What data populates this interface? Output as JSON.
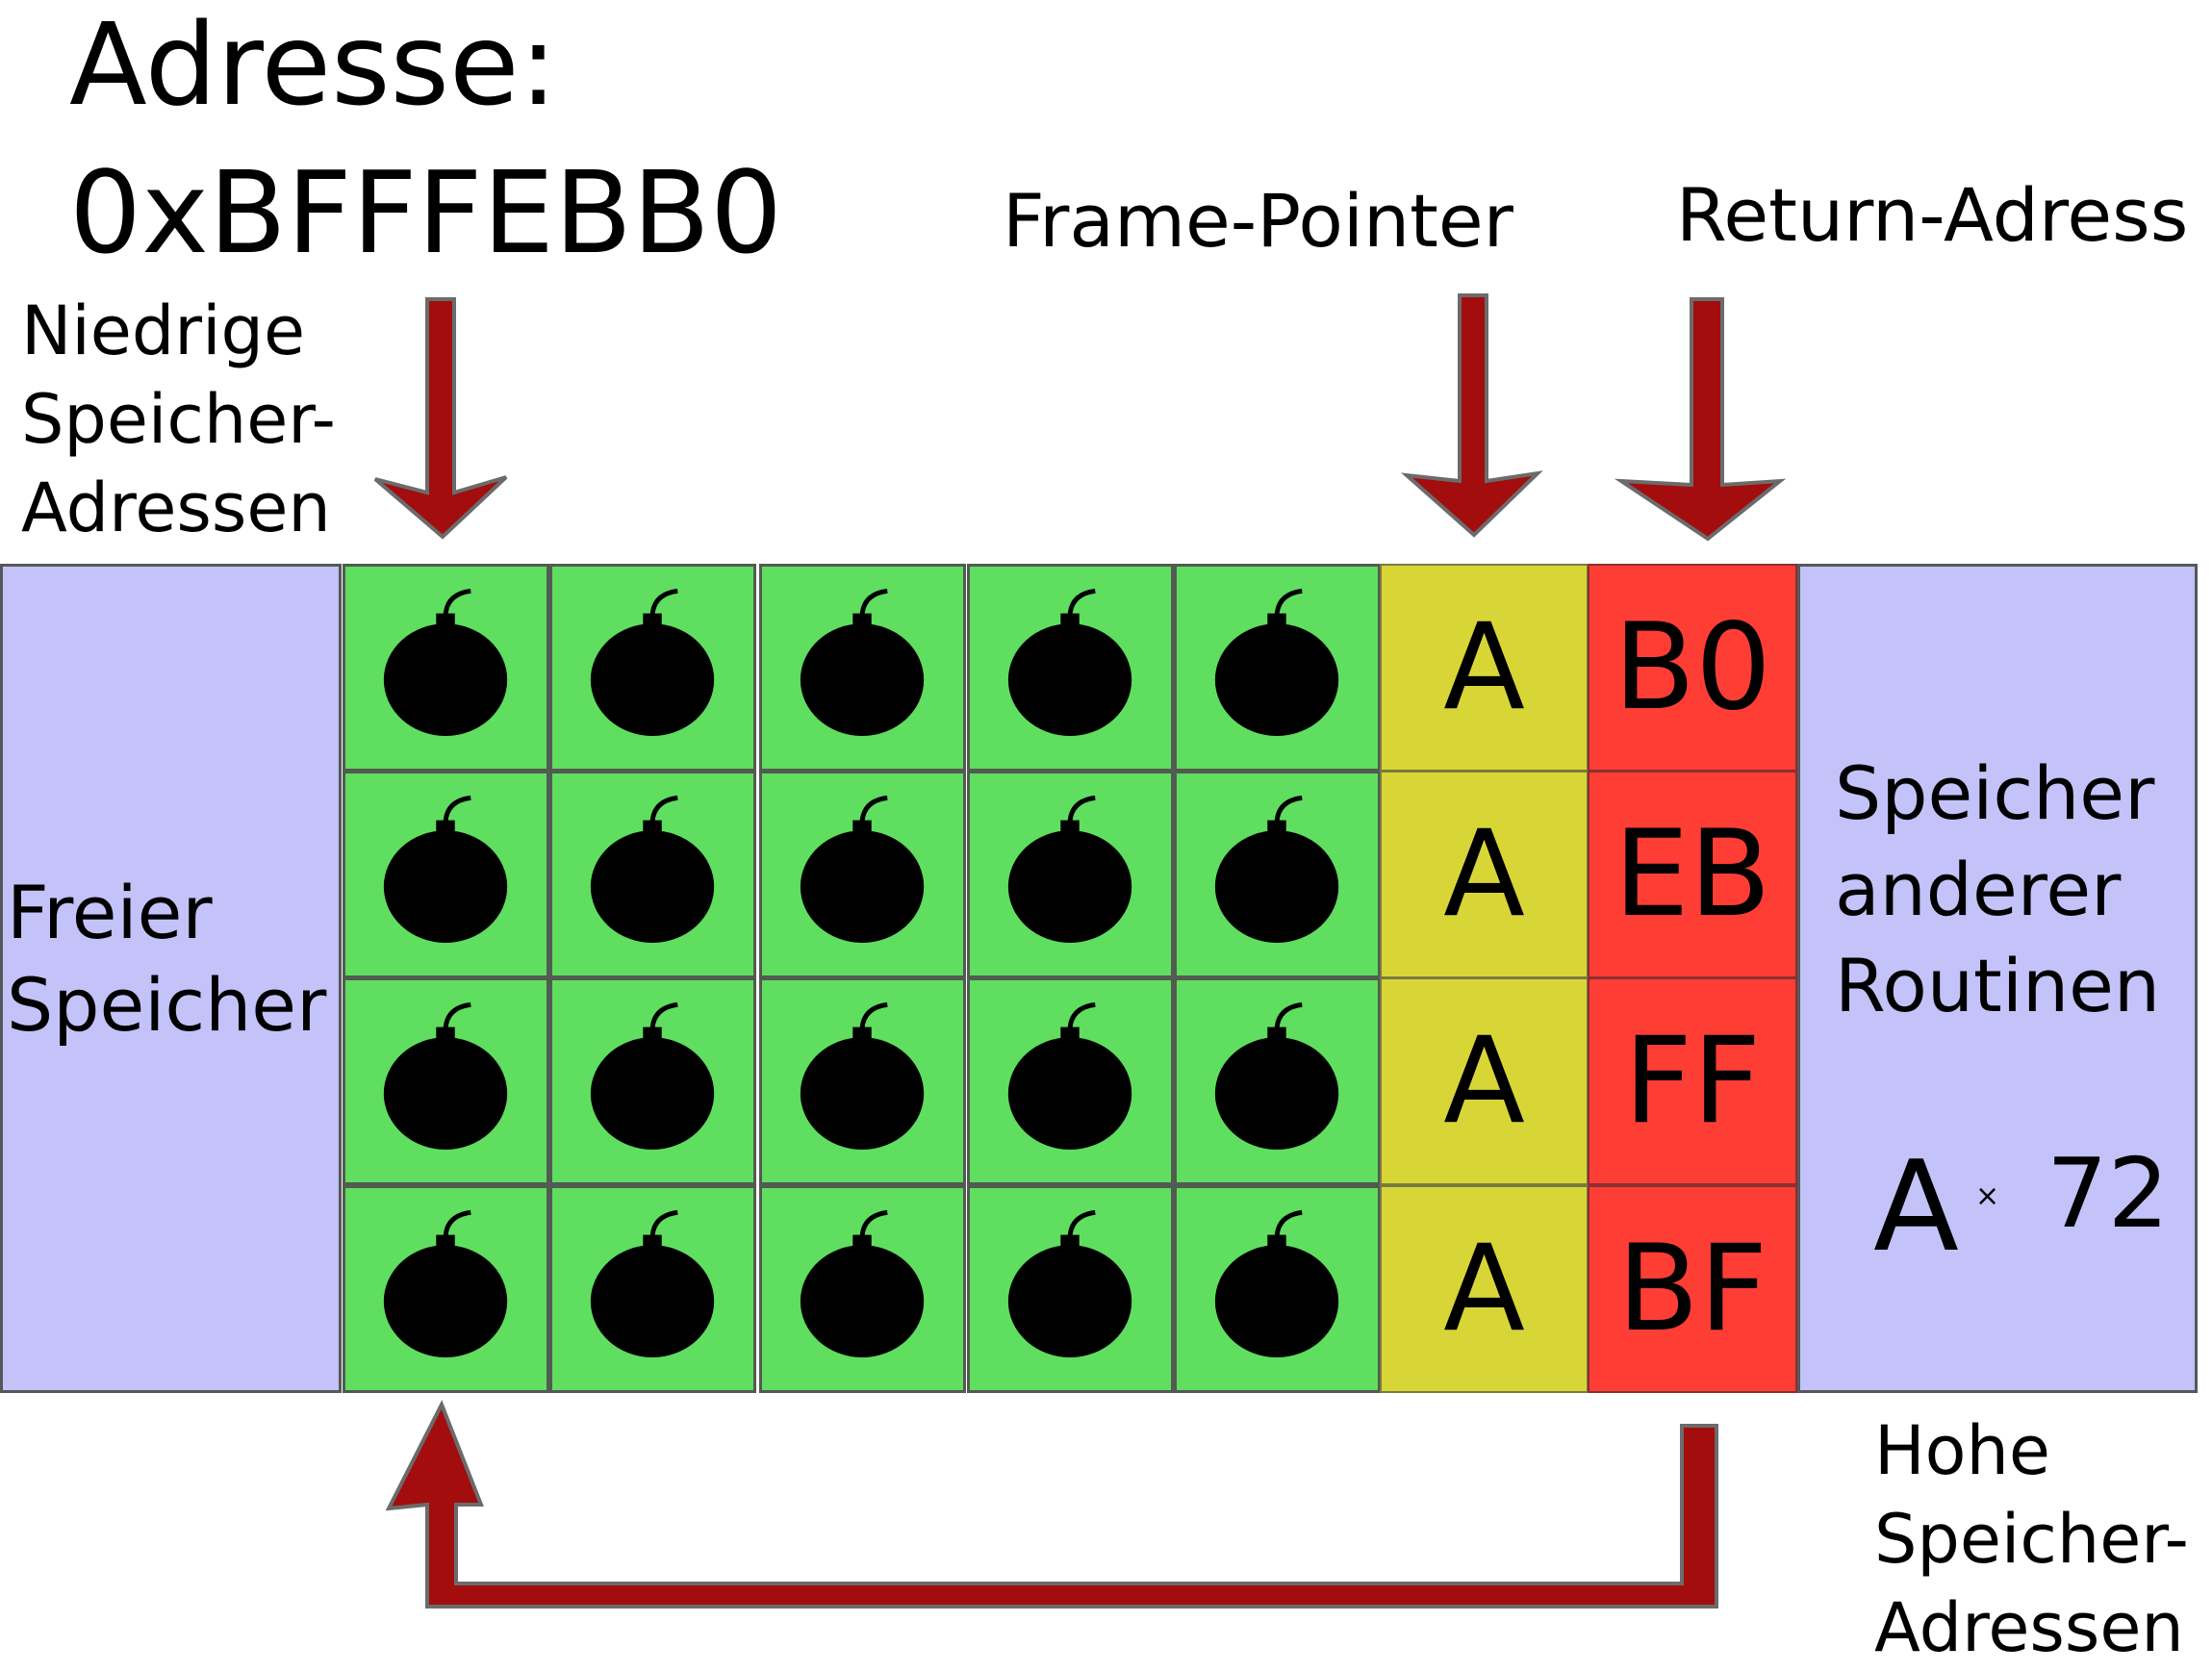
{
  "title": {
    "line1": "Adresse:",
    "line2": "0xBFFFEBB0"
  },
  "labels": {
    "frame_pointer": "Frame-Pointer",
    "return_address": "Return-Adress",
    "low_addresses": [
      "Niedrige",
      "Speicher-",
      "Adressen"
    ],
    "high_addresses": [
      "Hohe",
      "Speicher-",
      "Adressen"
    ],
    "free_memory": [
      "Freier",
      "Speicher"
    ],
    "other_routines": [
      "Speicher",
      "anderer",
      "Routinen"
    ],
    "repeat_char": "A",
    "repeat_times": "×",
    "repeat_count": "72"
  },
  "buffer": {
    "rows": 4,
    "cols": 5,
    "cell_icon": "bomb-icon"
  },
  "frame_pointer_cells": [
    "A",
    "A",
    "A",
    "A"
  ],
  "return_address_cells": [
    "B0",
    "EB",
    "FF",
    "BF"
  ],
  "colors": {
    "free_memory": "#c3c3fa",
    "buffer_cell": "#5fde5f",
    "frame_pointer": "#d8d637",
    "return_address": "#fe3d35",
    "arrow": "#a30d0d",
    "bomb": "#000000"
  }
}
